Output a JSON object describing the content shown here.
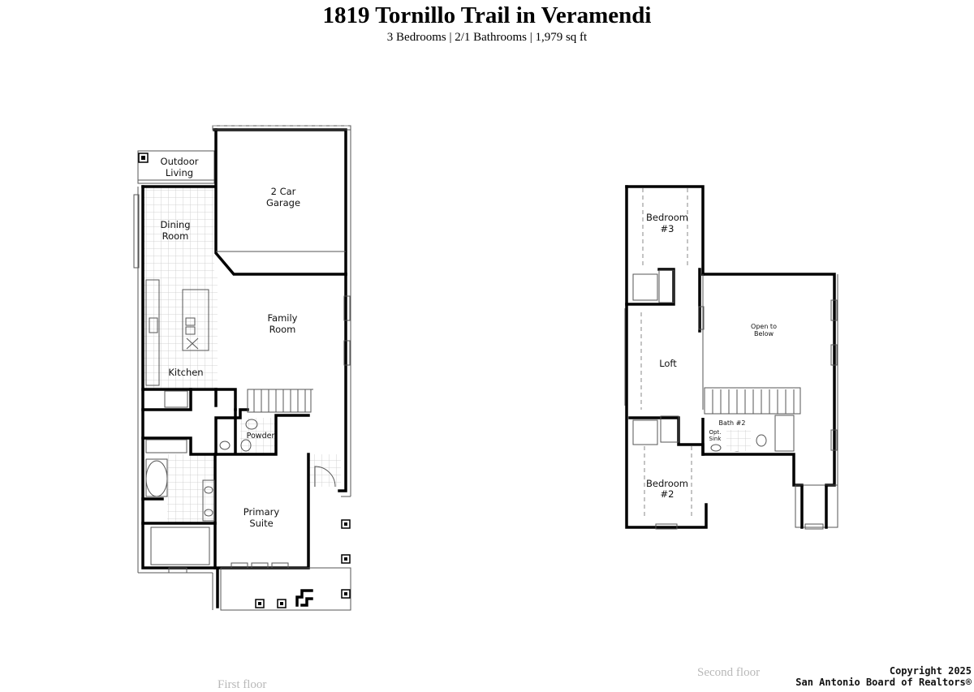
{
  "header": {
    "title": "1819 Tornillo Trail in Veramendi",
    "subtitle": "3 Bedrooms | 2/1 Bathrooms | 1,979 sq ft"
  },
  "first_floor": {
    "caption": "First floor",
    "rooms": {
      "outdoor_living_1": "Outdoor",
      "outdoor_living_2": "Living",
      "garage_1": "2 Car",
      "garage_2": "Garage",
      "dining_1": "Dining",
      "dining_2": "Room",
      "family_1": "Family",
      "family_2": "Room",
      "kitchen": "Kitchen",
      "powder": "Powder",
      "primary_1": "Primary",
      "primary_2": "Suite"
    }
  },
  "second_floor": {
    "caption": "Second floor",
    "rooms": {
      "bedroom3_1": "Bedroom",
      "bedroom3_2": "#3",
      "loft": "Loft",
      "open_1": "Open to",
      "open_2": "Below",
      "bath2": "Bath #2",
      "opt_sink_1": "Opt.",
      "opt_sink_2": "Sink",
      "bedroom2_1": "Bedroom",
      "bedroom2_2": "#2"
    }
  },
  "copyright": {
    "line1": "Copyright 2025",
    "line2": "San Antonio Board of Realtors®"
  }
}
